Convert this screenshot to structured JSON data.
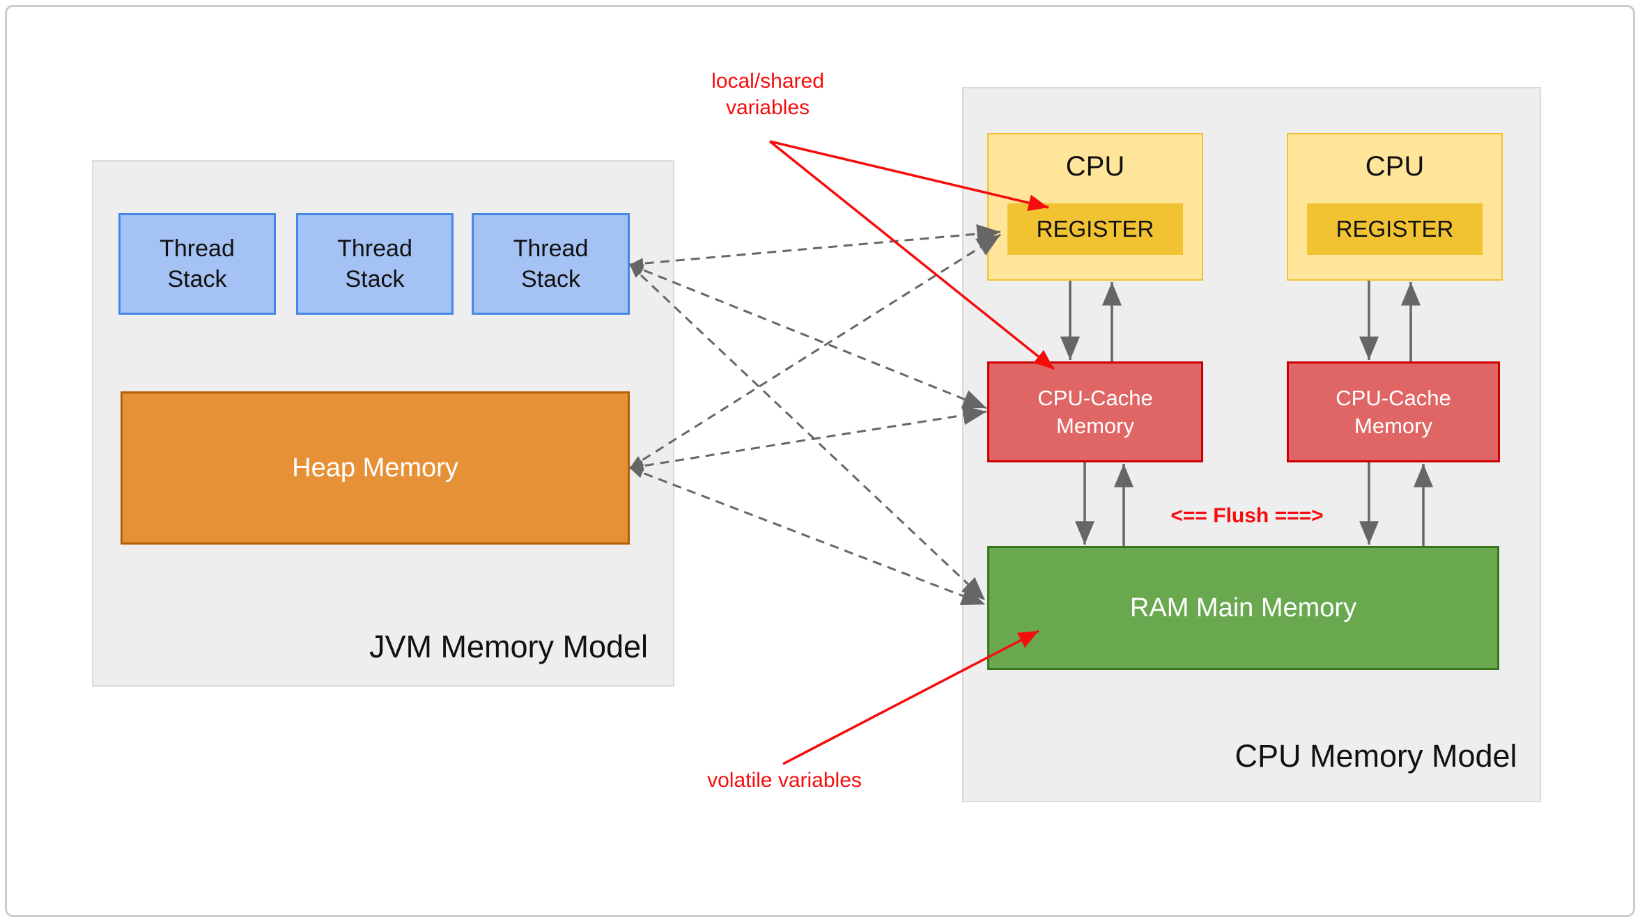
{
  "jvm": {
    "title": "JVM Memory Model",
    "thread_stacks": [
      "Thread\nStack",
      "Thread\nStack",
      "Thread\nStack"
    ],
    "heap_label": "Heap Memory"
  },
  "cpu_model": {
    "title": "CPU Memory Model",
    "cpu1_label": "CPU",
    "cpu2_label": "CPU",
    "register1_label": "REGISTER",
    "register2_label": "REGISTER",
    "cache1_label": "CPU-Cache\nMemory",
    "cache2_label": "CPU-Cache\nMemory",
    "ram_label": "RAM Main Memory",
    "flush_label": "<== Flush ===>"
  },
  "annotations": {
    "local_shared": "local/shared\nvariables",
    "volatile": "volatile variables"
  },
  "edges": {
    "dashed": [
      {
        "from": "thread-stack-3",
        "to": "register-1"
      },
      {
        "from": "thread-stack-3",
        "to": "cpu-cache-1"
      },
      {
        "from": "thread-stack-3",
        "to": "ram-main-memory"
      },
      {
        "from": "heap-memory",
        "to": "register-1"
      },
      {
        "from": "heap-memory",
        "to": "cpu-cache-1"
      },
      {
        "from": "heap-memory",
        "to": "ram-main-memory"
      }
    ],
    "flow": [
      {
        "from": "cpu-1",
        "to": "cpu-cache-1"
      },
      {
        "from": "cpu-cache-1",
        "to": "cpu-1"
      },
      {
        "from": "cpu-cache-1",
        "to": "ram-main-memory"
      },
      {
        "from": "ram-main-memory",
        "to": "cpu-cache-1"
      },
      {
        "from": "cpu-2",
        "to": "cpu-cache-2"
      },
      {
        "from": "cpu-cache-2",
        "to": "cpu-2"
      },
      {
        "from": "cpu-cache-2",
        "to": "ram-main-memory"
      },
      {
        "from": "ram-main-memory",
        "to": "cpu-cache-2"
      }
    ],
    "red": [
      {
        "from": "local-shared-label",
        "to": "register-1"
      },
      {
        "from": "local-shared-label",
        "to": "cpu-cache-1"
      },
      {
        "from": "volatile-label",
        "to": "ram-main-memory"
      }
    ]
  },
  "colors": {
    "thread_stack_fill": "#a4c2f4",
    "thread_stack_border": "#4a86e8",
    "heap_fill": "#e69138",
    "heap_border": "#b45f06",
    "cpu_fill": "#ffe599",
    "cpu_border": "#f1c232",
    "register_fill": "#f1c232",
    "cache_fill": "#e06666",
    "cache_border": "#cc0000",
    "ram_fill": "#6aa84f",
    "ram_border": "#38761d",
    "model_box_fill": "#eeeeee",
    "arrow_gray": "#666666",
    "annotation_red": "#f50d0d"
  }
}
